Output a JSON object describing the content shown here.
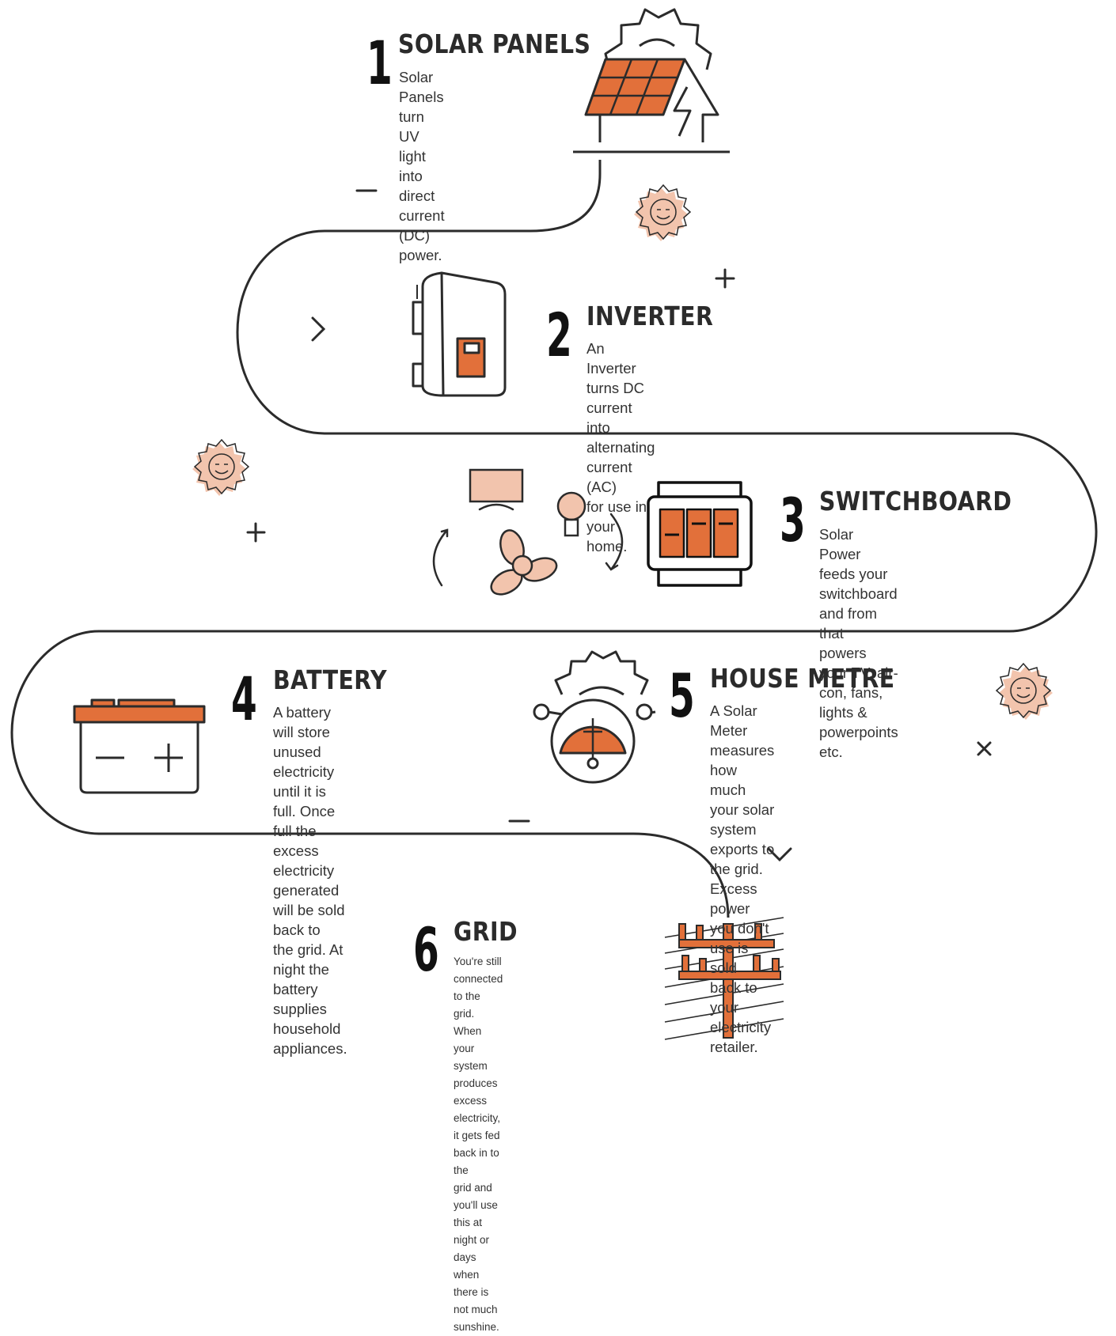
{
  "steps": [
    {
      "number": "1",
      "title": "SOLAR PANELS",
      "description": "Solar Panels turn\nUV light into direct\ncurrent (DC) power."
    },
    {
      "number": "2",
      "title": "INVERTER",
      "description": "An Inverter turns DC current\ninto alternating current (AC)\nfor use in your home."
    },
    {
      "number": "3",
      "title": "SWITCHBOARD",
      "description": "Solar Power feeds your\nswitchboard and from that\npowers your TV, air-con, fans,\nlights & powerpoints etc."
    },
    {
      "number": "4",
      "title": "BATTERY",
      "description": "A battery will store unused\nelectricity until it is full.  Once\nfull the excess electricity\ngenerated will be sold back to\nthe grid.  At night the battery\nsupplies household appliances."
    },
    {
      "number": "5",
      "title": "HOUSE METRE",
      "description": "A Solar Meter measures how\nmuch your solar system\nexports to the grid.  Excess\npower you don't use is sold\nback to your electricity retailer."
    },
    {
      "number": "6",
      "title": "GRID",
      "description": "You're still connected to the grid.\nWhen your system produces excess\nelectricity, it gets fed back in to the\ngrid and you'll use this at night or\ndays when there is not much sunshine."
    }
  ],
  "colors": {
    "accent": "#e2703a",
    "accent_light": "#f2c4ad",
    "line": "#2b2b2b"
  },
  "icons": [
    "solar-panel-house-icon",
    "inverter-icon",
    "appliances-icon",
    "switchboard-icon",
    "battery-icon",
    "house-meter-icon",
    "power-pole-icon",
    "sun-face-icon"
  ]
}
